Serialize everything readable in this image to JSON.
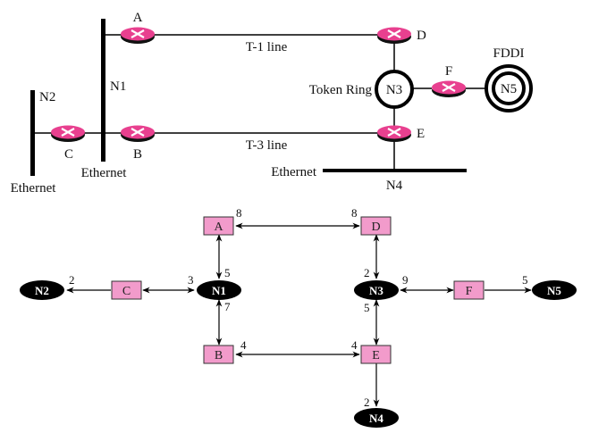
{
  "colors": {
    "router_fill": "#e8408f",
    "router_shadow": "#111111",
    "router_box_fill": "#f29bcb",
    "network_fill": "#000000",
    "line": "#000000"
  },
  "topology": {
    "routers": {
      "A": "A",
      "B": "B",
      "C": "C",
      "D": "D",
      "E": "E",
      "F": "F"
    },
    "networks": {
      "N1": "N1",
      "N2": "N2",
      "N3": "N3",
      "N4": "N4",
      "N5": "N5"
    },
    "media": {
      "n2_ethernet": "Ethernet",
      "n1_ethernet": "Ethernet",
      "n4_ethernet": "Ethernet",
      "token_ring": "Token Ring",
      "fddi": "FDDI",
      "t1_line": "T-1 line",
      "t3_line": "T-3 line"
    }
  },
  "graph": {
    "nodes": {
      "A": "A",
      "B": "B",
      "C": "C",
      "D": "D",
      "E": "E",
      "F": "F",
      "N1": "N1",
      "N2": "N2",
      "N3": "N3",
      "N4": "N4",
      "N5": "N5"
    },
    "costs": {
      "A_to_D": "8",
      "D_to_A": "8",
      "A_to_N1": "5",
      "B_to_N1": "7",
      "B_to_E": "4",
      "E_to_B": "4",
      "C_to_N2": "2",
      "C_to_N1": "3",
      "D_to_N3": "2",
      "E_to_N3": "5",
      "F_to_N3": "9",
      "F_to_N5": "5",
      "E_to_N4": "2"
    }
  }
}
